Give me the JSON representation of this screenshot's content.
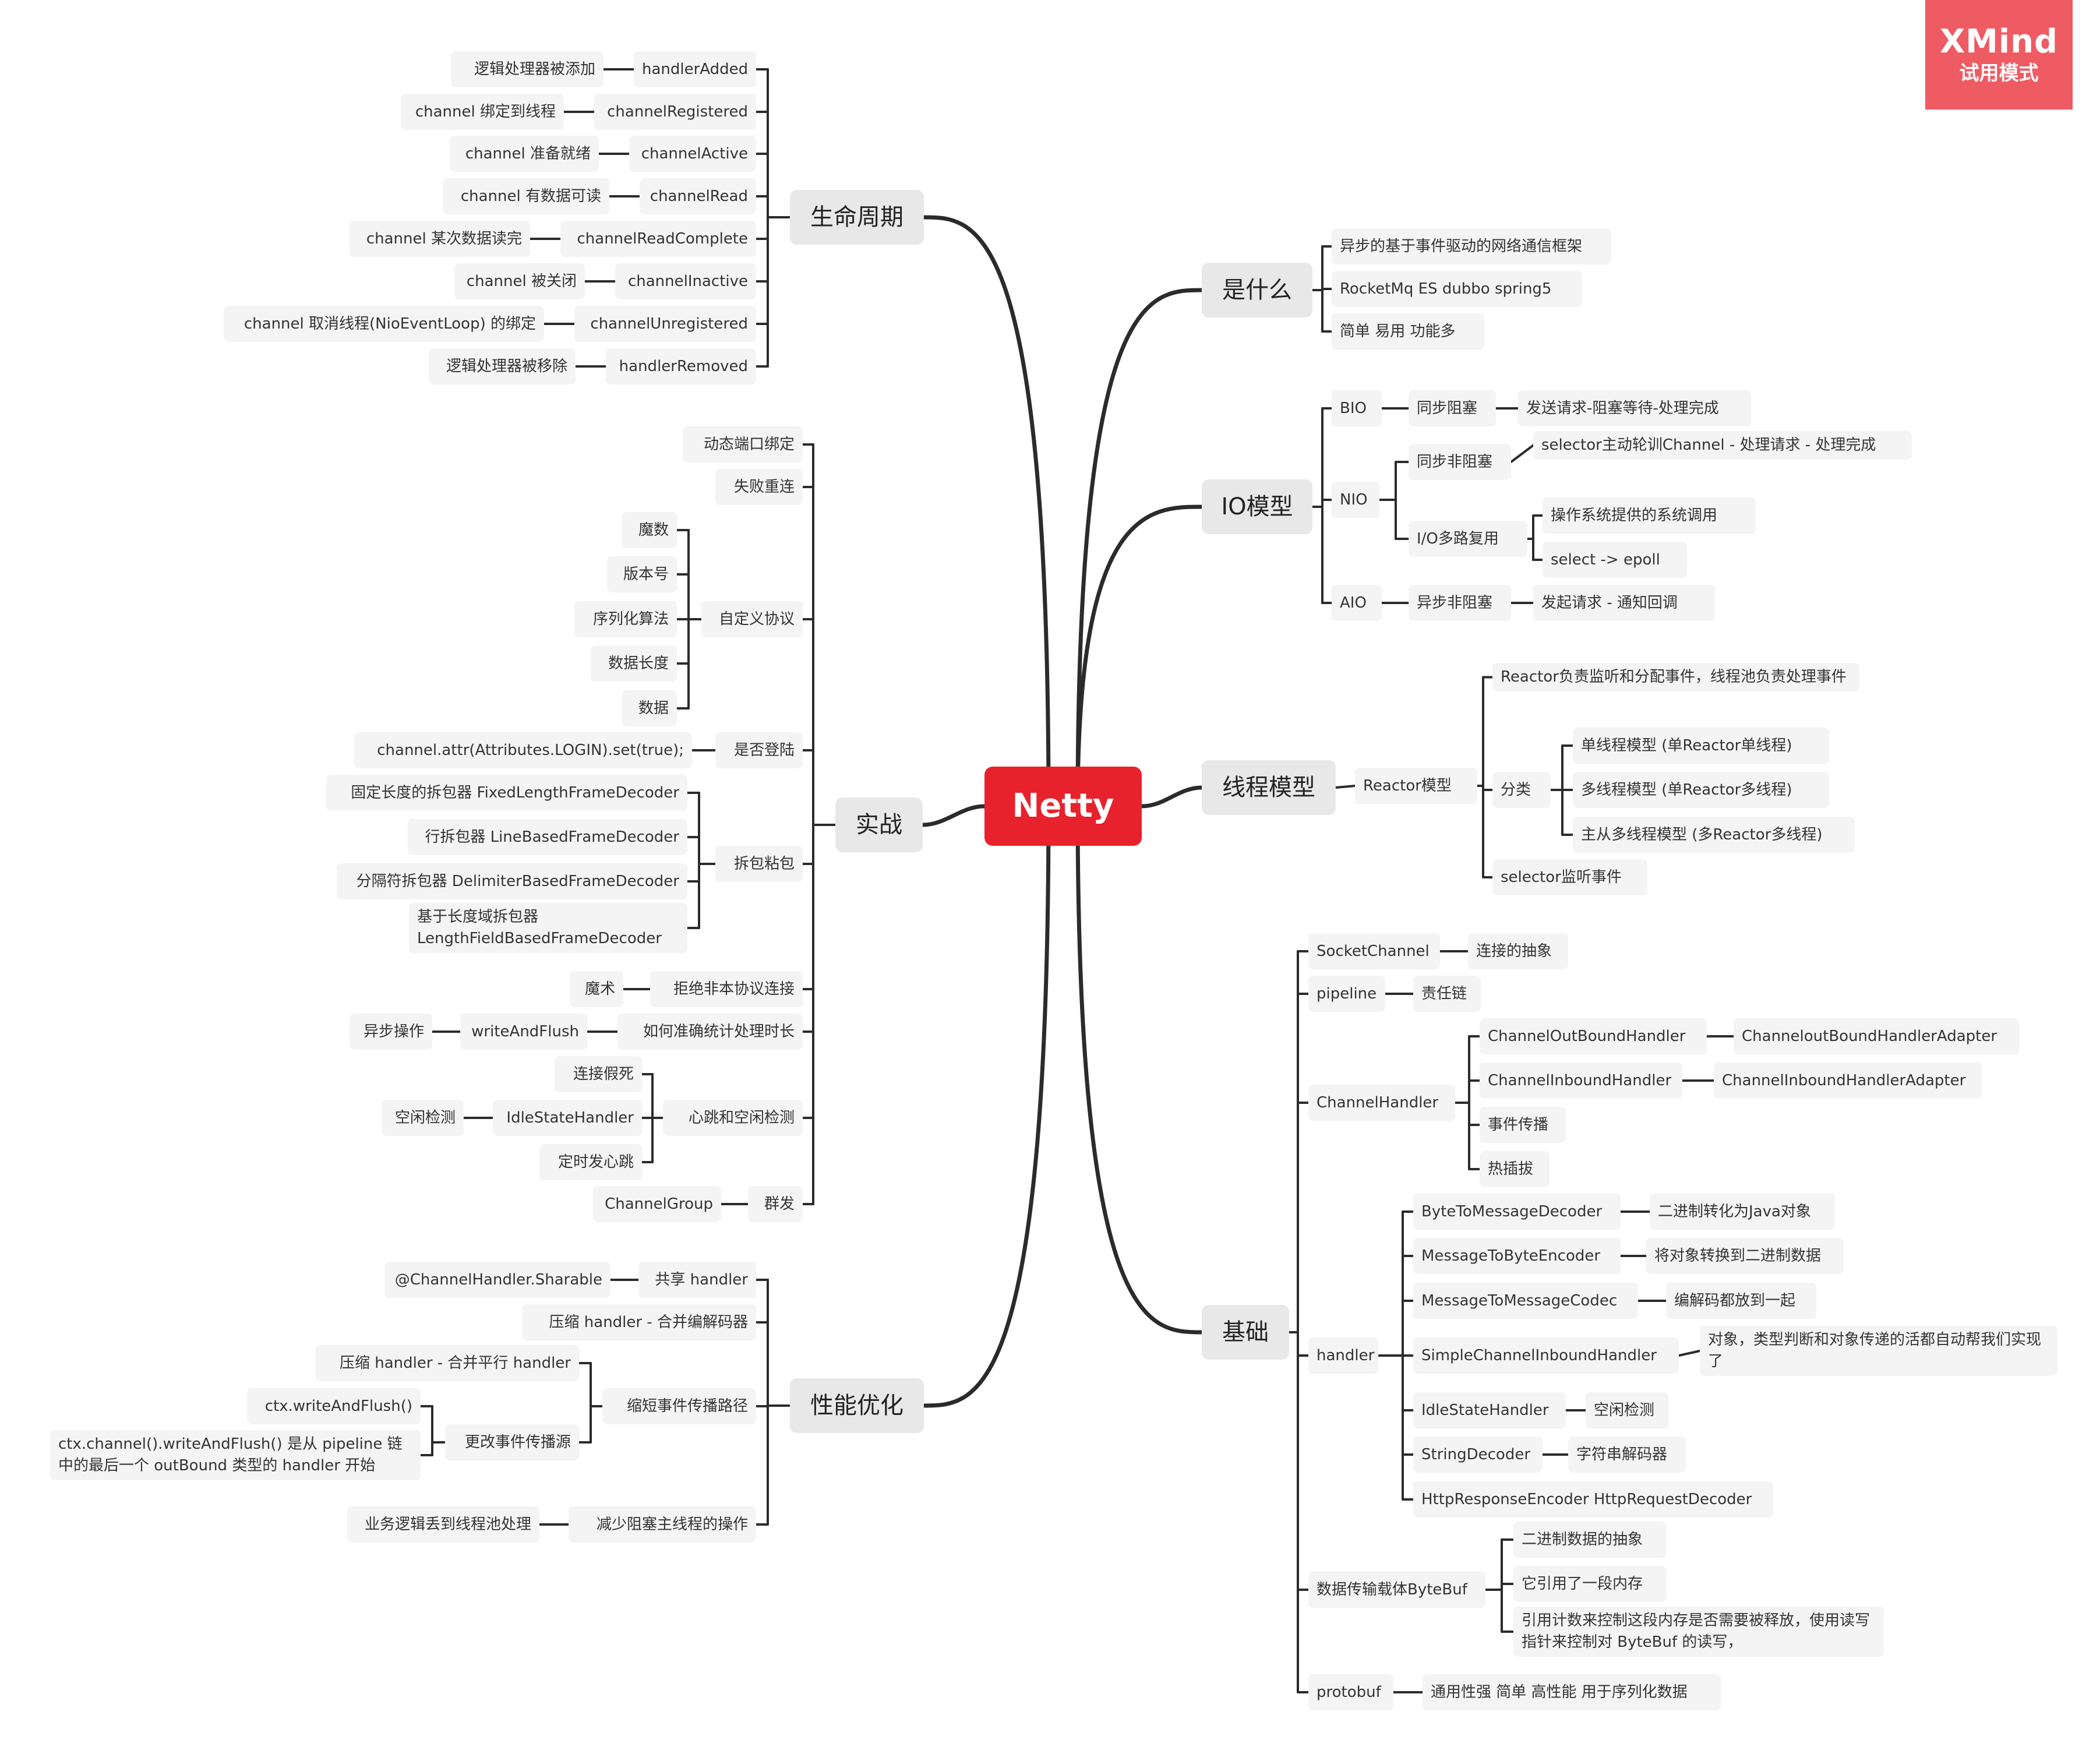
{
  "badge": {
    "brand": "XMind",
    "mode": "试用模式"
  },
  "mindmap": {
    "root": "Netty",
    "branches": [
      {
        "label": "生命周期",
        "children": [
          {
            "label": "handlerAdded",
            "children": [
              {
                "label": "逻辑处理器被添加"
              }
            ]
          },
          {
            "label": "channelRegistered",
            "children": [
              {
                "label": "channel 绑定到线程"
              }
            ]
          },
          {
            "label": "channelActive",
            "children": [
              {
                "label": "channel 准备就绪"
              }
            ]
          },
          {
            "label": "channelRead",
            "children": [
              {
                "label": "channel 有数据可读"
              }
            ]
          },
          {
            "label": "channelReadComplete",
            "children": [
              {
                "label": "channel 某次数据读完"
              }
            ]
          },
          {
            "label": "channelInactive",
            "children": [
              {
                "label": "channel 被关闭"
              }
            ]
          },
          {
            "label": "channelUnregistered",
            "children": [
              {
                "label": "channel 取消线程(NioEventLoop) 的绑定"
              }
            ]
          },
          {
            "label": "handlerRemoved",
            "children": [
              {
                "label": "逻辑处理器被移除"
              }
            ]
          }
        ]
      },
      {
        "label": "实战",
        "children": [
          {
            "label": "动态端口绑定"
          },
          {
            "label": "失败重连"
          },
          {
            "label": "自定义协议",
            "children": [
              {
                "label": "魔数"
              },
              {
                "label": "版本号"
              },
              {
                "label": "序列化算法"
              },
              {
                "label": "数据长度"
              },
              {
                "label": "数据"
              }
            ]
          },
          {
            "label": "是否登陆",
            "children": [
              {
                "label": "channel.attr(Attributes.LOGIN).set(true);"
              }
            ]
          },
          {
            "label": "拆包粘包",
            "children": [
              {
                "label": "固定长度的拆包器 FixedLengthFrameDecoder"
              },
              {
                "label": "行拆包器 LineBasedFrameDecoder"
              },
              {
                "label": "分隔符拆包器 DelimiterBasedFrameDecoder"
              },
              {
                "label": "基于长度域拆包器 LengthFieldBasedFrameDecoder"
              }
            ]
          },
          {
            "label": "拒绝非本协议连接",
            "children": [
              {
                "label": "魔术"
              }
            ]
          },
          {
            "label": "如何准确统计处理时长",
            "children": [
              {
                "label": "writeAndFlush",
                "children": [
                  {
                    "label": "异步操作"
                  }
                ]
              }
            ]
          },
          {
            "label": "心跳和空闲检测",
            "children": [
              {
                "label": "连接假死"
              },
              {
                "label": "IdleStateHandler",
                "children": [
                  {
                    "label": "空闲检测"
                  }
                ]
              },
              {
                "label": "定时发心跳"
              }
            ]
          },
          {
            "label": "群发",
            "children": [
              {
                "label": "ChannelGroup"
              }
            ]
          }
        ]
      },
      {
        "label": "性能优化",
        "children": [
          {
            "label": "共享 handler",
            "children": [
              {
                "label": "@ChannelHandler.Sharable"
              }
            ]
          },
          {
            "label": "压缩 handler - 合并编解码器"
          },
          {
            "label": "缩短事件传播路径",
            "children": [
              {
                "label": "压缩 handler - 合并平行 handler"
              },
              {
                "label": "更改事件传播源",
                "children": [
                  {
                    "label": "ctx.writeAndFlush()"
                  },
                  {
                    "label": "ctx.channel().writeAndFlush() 是从 pipeline 链中的最后一个 outBound 类型的 handler 开始"
                  }
                ]
              }
            ]
          },
          {
            "label": "减少阻塞主线程的操作",
            "children": [
              {
                "label": "业务逻辑丢到线程池处理"
              }
            ]
          }
        ]
      },
      {
        "label": "是什么",
        "children": [
          {
            "label": "异步的基于事件驱动的网络通信框架"
          },
          {
            "label": "RocketMq   ES   dubbo   spring5"
          },
          {
            "label": "简单 易用 功能多"
          }
        ]
      },
      {
        "label": "IO模型",
        "children": [
          {
            "label": "BIO",
            "children": [
              {
                "label": "同步阻塞",
                "children": [
                  {
                    "label": "发送请求-阻塞等待-处理完成"
                  }
                ]
              }
            ]
          },
          {
            "label": "NIO",
            "children": [
              {
                "label": "同步非阻塞",
                "children": [
                  {
                    "label": "selector主动轮训Channel - 处理请求 - 处理完成"
                  }
                ]
              },
              {
                "label": "I/O多路复用",
                "children": [
                  {
                    "label": "操作系统提供的系统调用"
                  },
                  {
                    "label": "select -> epoll"
                  }
                ]
              }
            ]
          },
          {
            "label": "AIO",
            "children": [
              {
                "label": "异步非阻塞",
                "children": [
                  {
                    "label": "发起请求 - 通知回调"
                  }
                ]
              }
            ]
          }
        ]
      },
      {
        "label": "线程模型",
        "children": [
          {
            "label": "Reactor模型",
            "children": [
              {
                "label": "Reactor负责监听和分配事件，线程池负责处理事件"
              },
              {
                "label": "分类",
                "children": [
                  {
                    "label": "单线程模型 (单Reactor单线程)"
                  },
                  {
                    "label": "多线程模型 (单Reactor多线程)"
                  },
                  {
                    "label": "主从多线程模型 (多Reactor多线程)"
                  }
                ]
              },
              {
                "label": "selector监听事件"
              }
            ]
          }
        ]
      },
      {
        "label": "基础",
        "children": [
          {
            "label": "SocketChannel",
            "children": [
              {
                "label": "连接的抽象"
              }
            ]
          },
          {
            "label": "pipeline",
            "children": [
              {
                "label": "责任链"
              }
            ]
          },
          {
            "label": "ChannelHandler",
            "children": [
              {
                "label": "ChannelOutBoundHandler",
                "children": [
                  {
                    "label": "ChanneloutBoundHandlerAdapter"
                  }
                ]
              },
              {
                "label": "ChannelInboundHandler",
                "children": [
                  {
                    "label": "ChannelInboundHandlerAdapter"
                  }
                ]
              },
              {
                "label": "事件传播"
              },
              {
                "label": "热插拔"
              }
            ]
          },
          {
            "label": "handler",
            "children": [
              {
                "label": "ByteToMessageDecoder",
                "children": [
                  {
                    "label": "二进制转化为Java对象"
                  }
                ]
              },
              {
                "label": "MessageToByteEncoder",
                "children": [
                  {
                    "label": "将对象转换到二进制数据"
                  }
                ]
              },
              {
                "label": "MessageToMessageCodec",
                "children": [
                  {
                    "label": "编解码都放到一起"
                  }
                ]
              },
              {
                "label": "SimpleChannelInboundHandler",
                "children": [
                  {
                    "label": "对象，类型判断和对象传递的活都自动帮我们实现了"
                  }
                ]
              },
              {
                "label": "IdleStateHandler",
                "children": [
                  {
                    "label": "空闲检测"
                  }
                ]
              },
              {
                "label": "StringDecoder",
                "children": [
                  {
                    "label": "字符串解码器"
                  }
                ]
              },
              {
                "label": "HttpResponseEncoder HttpRequestDecoder"
              }
            ]
          },
          {
            "label": "数据传输载体ByteBuf",
            "children": [
              {
                "label": "二进制数据的抽象"
              },
              {
                "label": "它引用了一段内存"
              },
              {
                "label": "引用计数来控制这段内存是否需要被释放，使用读写指针来控制对 ByteBuf 的读写，"
              }
            ]
          },
          {
            "label": "protobuf",
            "children": [
              {
                "label": "通用性强 简单 高性能 用于序列化数据"
              }
            ]
          }
        ]
      }
    ]
  }
}
